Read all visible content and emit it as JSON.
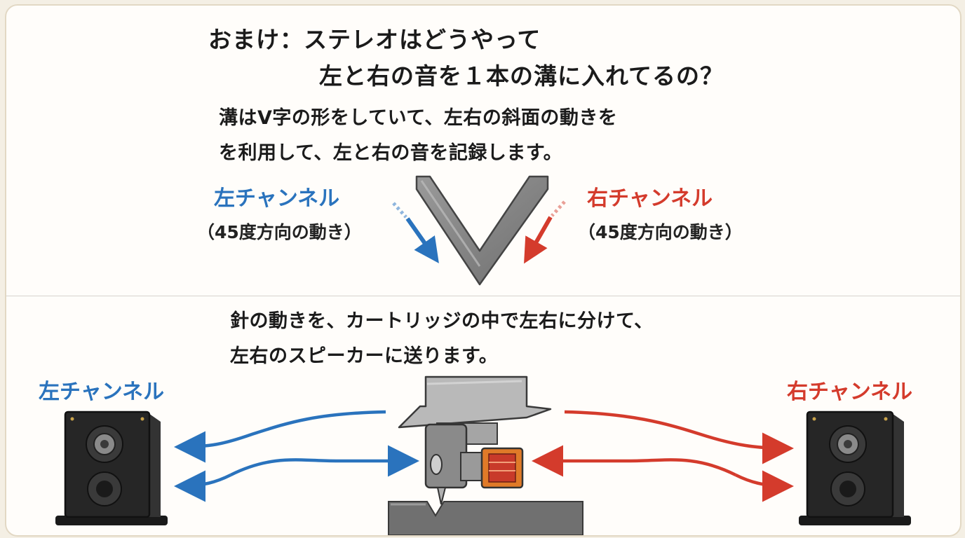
{
  "title": {
    "line1": "おまけ：ステレオはどうやって",
    "line2": "左と右の音を１本の溝に入れてるの？"
  },
  "groove_explanation": {
    "line1": "溝はV字の形をしていて、左右の斜面の動きを",
    "line2": "を利用して、左と右の音を記録します。"
  },
  "groove_labels": {
    "left_channel": "左チャンネル",
    "left_motion": "（45度方向の動き）",
    "right_channel": "右チャンネル",
    "right_motion": "（45度方向の動き）"
  },
  "cartridge_explanation": {
    "line1": "針の動きを、カートリッジの中で左右に分けて、",
    "line2": "左右のスピーカーに送ります。"
  },
  "speakers": {
    "left_label": "左チャンネル",
    "right_label": "右チャンネル"
  },
  "colors": {
    "left_channel": "#2a73bd",
    "right_channel": "#d43b2c",
    "groove_gray": "#8a8a8a",
    "speaker_body": "#2a2a2a",
    "coil_orange": "#e07a28"
  }
}
